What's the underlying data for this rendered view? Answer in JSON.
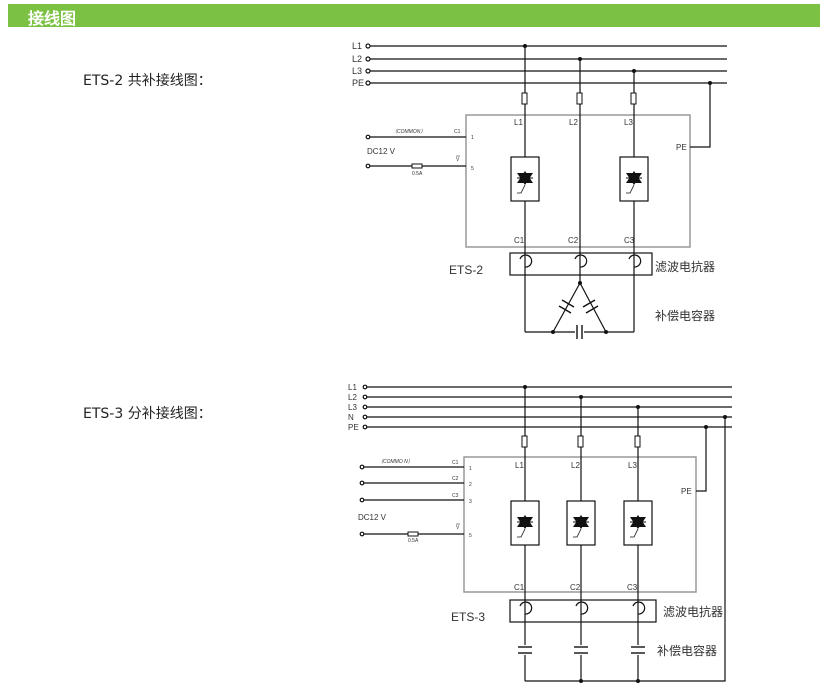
{
  "header": {
    "title": "接线图",
    "color": "#7bc143"
  },
  "diagrams": [
    {
      "caption": "ETS-2 共补接线图：",
      "model": "ETS-2",
      "bus": [
        "L1",
        "L2",
        "L3",
        "PE"
      ],
      "phases": [
        "L1",
        "L2",
        "L3"
      ],
      "outputs": [
        "C1",
        "C2",
        "C3"
      ],
      "pe": "PE",
      "common": "（COMMON）",
      "c1": "C1",
      "pin1": "1",
      "dc": "DC12 V",
      "vbar": "V",
      "pin5": "5",
      "fuse": "0.5A",
      "reactor": "滤波电抗器",
      "capacitor": "补偿电容器"
    },
    {
      "caption": "ETS-3 分补接线图：",
      "model": "ETS-3",
      "bus": [
        "L1",
        "L2",
        "L3",
        "N",
        "PE"
      ],
      "phases": [
        "L1",
        "L2",
        "L3"
      ],
      "outputs": [
        "C1",
        "C2",
        "C3"
      ],
      "pe": "PE",
      "common": "（COMMO N）",
      "ctrl": [
        "C1",
        "C2",
        "C3"
      ],
      "pins": [
        "1",
        "2",
        "3"
      ],
      "dc": "DC12 V",
      "vbar": "V",
      "pin5": "5",
      "fuse": "0.5A",
      "reactor": "滤波电抗器",
      "capacitor": "补偿电容器"
    }
  ]
}
